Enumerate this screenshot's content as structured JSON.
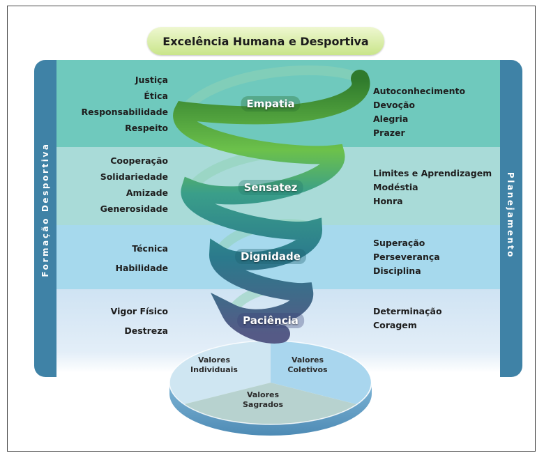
{
  "title": "Excelência Humana e Desportiva",
  "side_labels": {
    "left": "Formação Desportiva",
    "right": "Planejamento"
  },
  "levels": [
    {
      "name": "Empatia",
      "left": [
        "Justiça",
        "Ética",
        "Responsabilidade",
        "Respeito"
      ],
      "right": [
        "Autoconhecimento",
        "Devoção",
        "Alegria",
        "Prazer"
      ]
    },
    {
      "name": "Sensatez",
      "left": [
        "Cooperação",
        "Solidariedade",
        "Amizade",
        "Generosidade"
      ],
      "right": [
        "Limites e Aprendizagem",
        "Modéstia",
        "Honra"
      ]
    },
    {
      "name": "Dignidade",
      "left": [
        "Técnica",
        "Habilidade"
      ],
      "right": [
        "Superação",
        "Perseverança",
        "Disciplina"
      ]
    },
    {
      "name": "Paciência",
      "left": [
        "Vigor Físico",
        "Destreza"
      ],
      "right": [
        "Determinação",
        "Coragem"
      ]
    }
  ],
  "base": {
    "individual": [
      "Valores",
      "Individuais"
    ],
    "collective": [
      "Valores",
      "Coletivos"
    ],
    "sacred": [
      "Valores",
      "Sagrados"
    ]
  },
  "colors": {
    "band_1": "#6fc9bd",
    "band_2": "#a9dbd8",
    "band_3": "#a6d9ed",
    "band_4": "#cfe3f3",
    "side_bar": "#3f82a6",
    "banner": "#c9e58a",
    "spiral_top": "#2f7a2c",
    "spiral_upper_mid": "#3a9e8a",
    "spiral_lower_mid": "#2b7a8c",
    "spiral_bottom": "#555a86"
  }
}
